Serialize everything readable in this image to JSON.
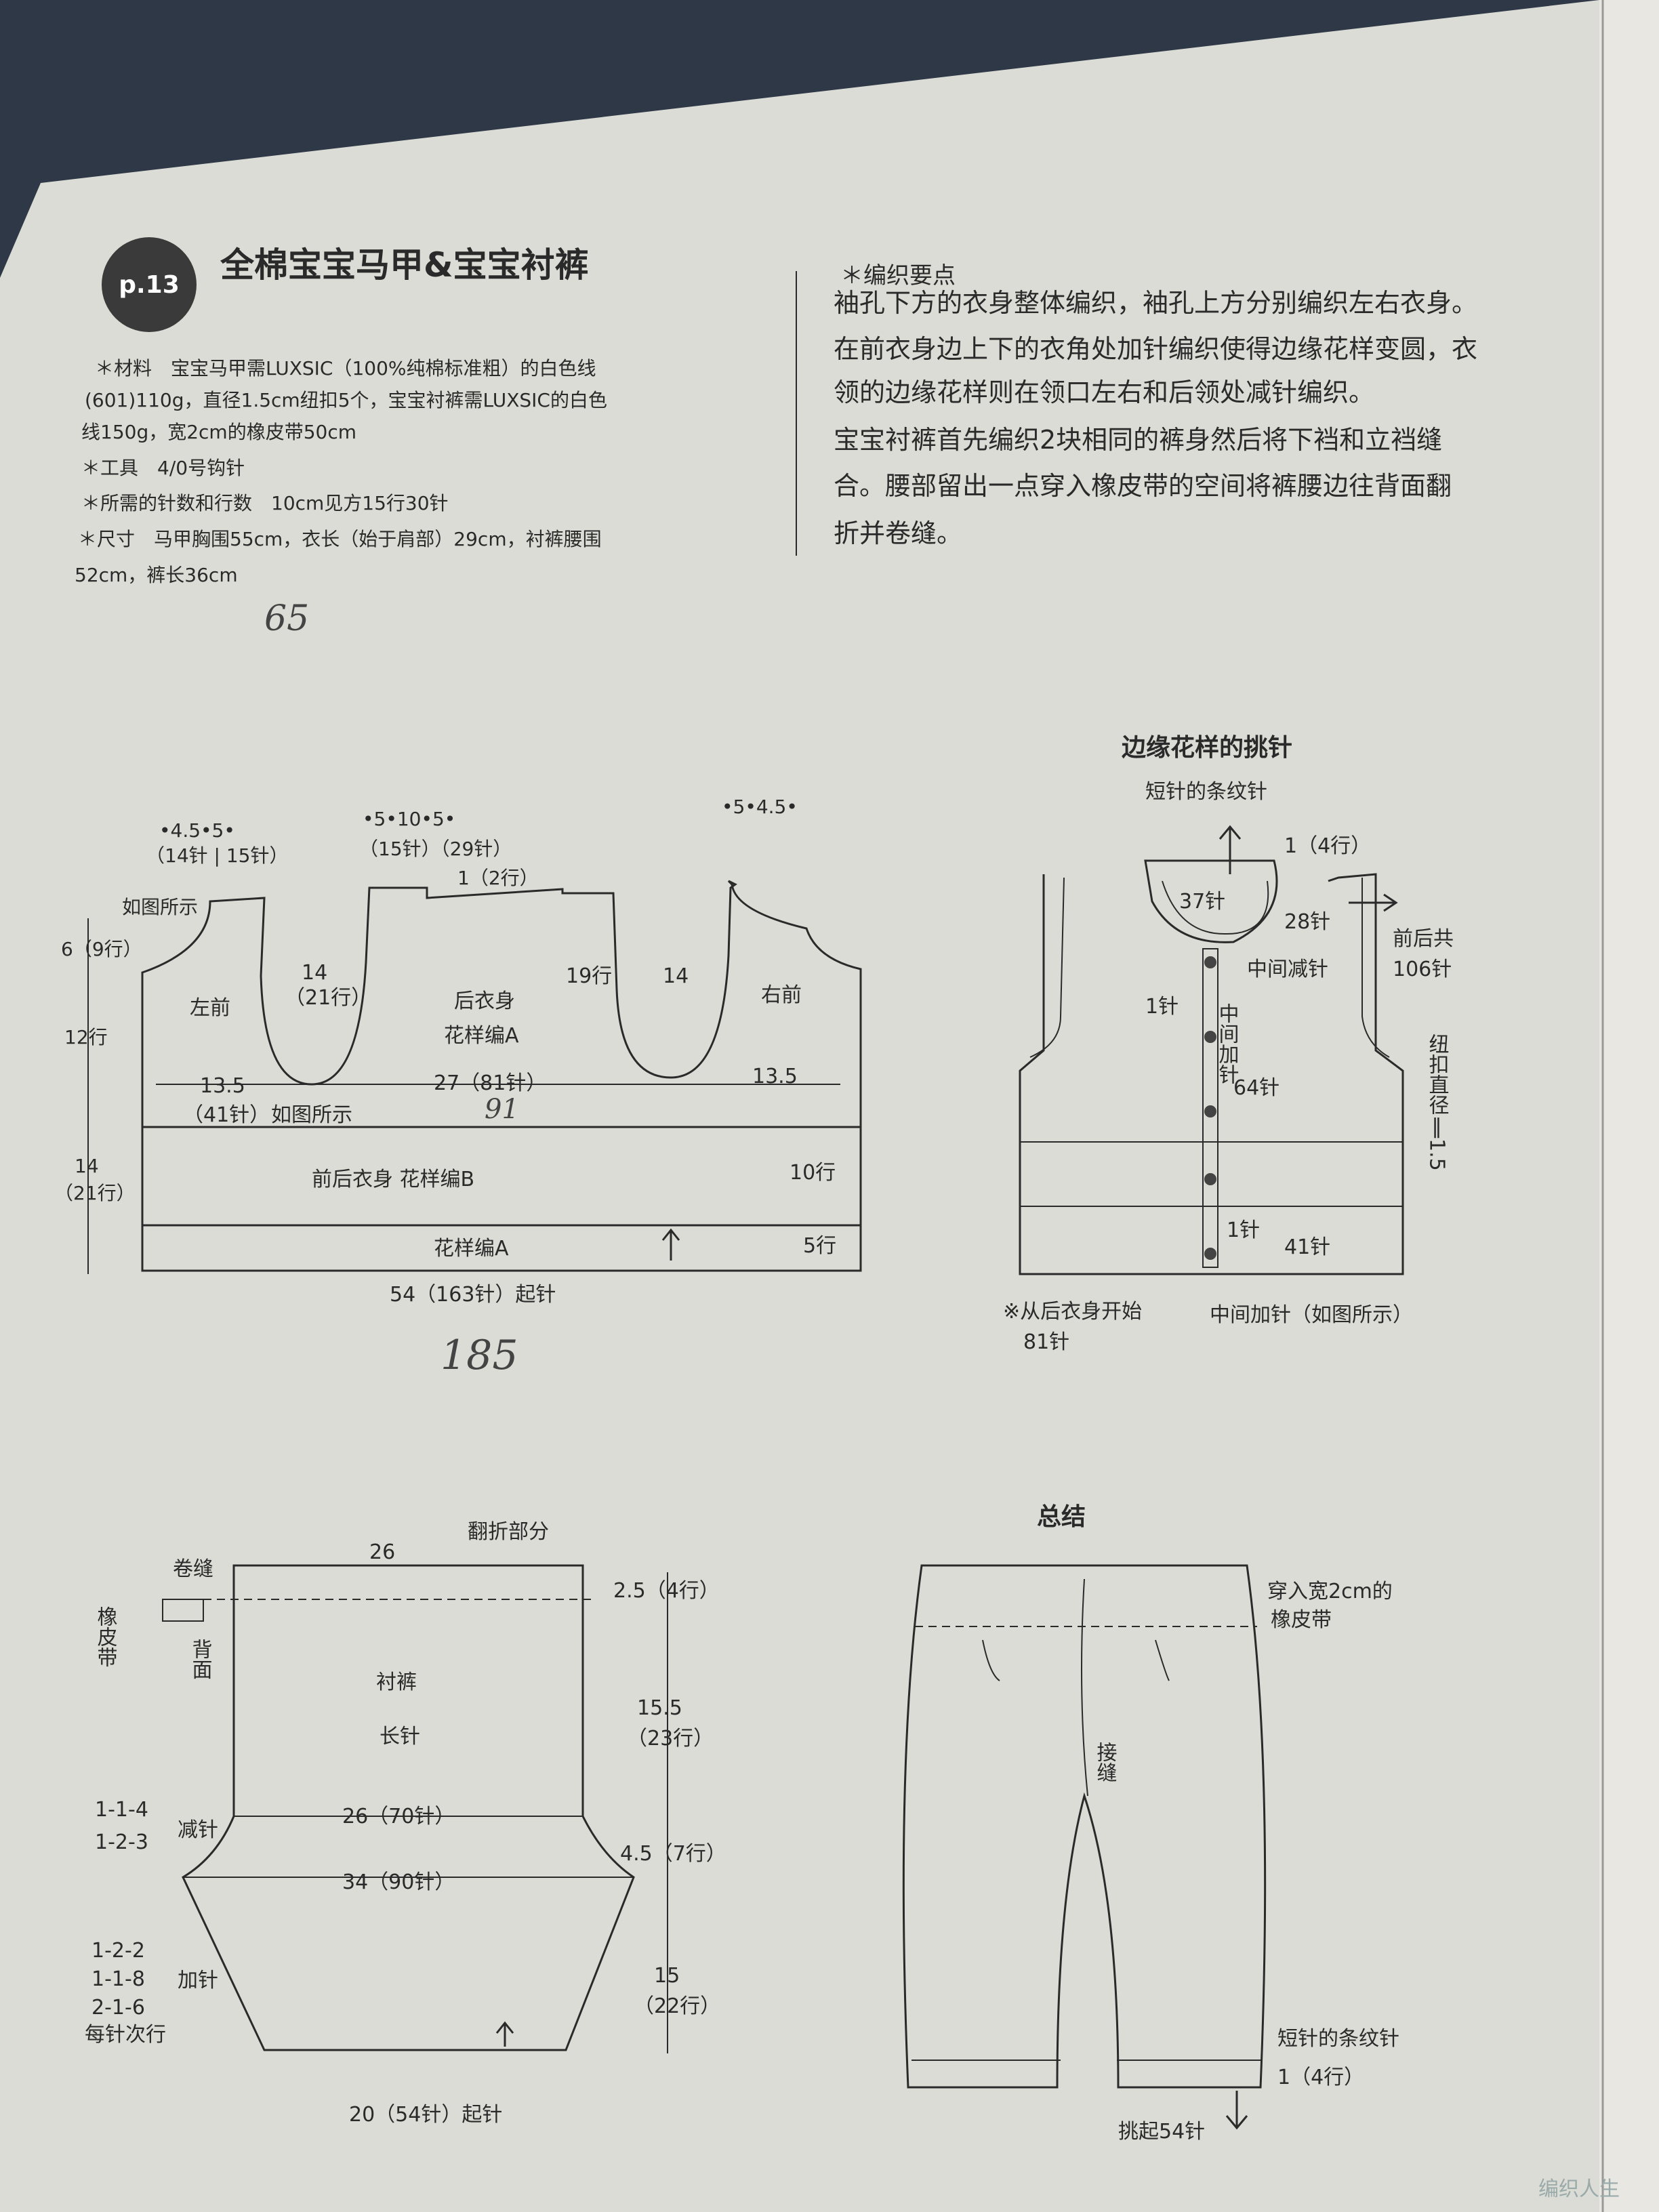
{
  "header": {
    "page_badge": "p.13",
    "title": "全棉宝宝马甲&宝宝衬裤"
  },
  "materials": {
    "line1": "＊材料　宝宝马甲需LUXSIC（100%纯棉标准粗）的白色线",
    "line2": "(601)110g，直径1.5cm纽扣5个，宝宝衬裤需LUXSIC的白色",
    "line3": "线150g，宽2cm的橡皮带50cm",
    "line4": "＊工具　4/0号钩针",
    "line5": "＊所需的针数和行数　10cm见方15行30针",
    "line6": "＊尺寸　马甲胸围55cm，衣长（始于肩部）29cm，衬裤腰围",
    "line7": "52cm，裤长36cm",
    "handnote1": "65"
  },
  "instructions": {
    "heading": "＊编织要点",
    "line1": "袖孔下方的衣身整体编织，袖孔上方分别编织左右衣身。",
    "line2": "在前衣身边上下的衣角处加针编织使得边缘花样变圆，衣",
    "line3": "领的边缘花样则在领口左右和后领处减针编织。",
    "line4": "宝宝衬裤首先编织2块相同的裤身然后将下裆和立裆缝",
    "line5": "合。腰部留出一点穿入橡皮带的空间将裤腰边往背面翻",
    "line6": "折并卷缝。"
  },
  "vest_diagram": {
    "top_left_dims": "•4.5•5•",
    "top_left_sts": "（14针 | 15针）",
    "top_mid_dims": "•5•10•5•",
    "top_mid_sts": "（15针）（29针）",
    "top_right_dims": "•5•4.5•",
    "back_neck": "1（2行）",
    "as_shown_top": "如图所示",
    "left_height": "6（9行）",
    "mid_height": "12行",
    "lower_height": "14",
    "lower_height_rows": "（21行）",
    "left_front": "左前",
    "armhole_left": "14",
    "armhole_left_rows": "（21行）",
    "back_body": "后衣身",
    "pattern_a": "花样编A",
    "rows_19": "19行",
    "armhole_right": "14",
    "right_front": "右前",
    "width_left": "13.5",
    "width_left_sts": "（41针）",
    "as_shown_bottom": "如图所示",
    "width_back": "27（81针）",
    "handnote_91": "91",
    "width_right": "13.5",
    "band_b": "前后衣身 花样编B",
    "band_b_rows": "10行",
    "band_a": "花样编A",
    "band_a_rows": "5行",
    "cast_on": "54（163针）起针",
    "handnote_185": "185"
  },
  "edge_diagram": {
    "title": "边缘花样的挑针",
    "subtitle": "短针的条纹针",
    "rows_top": "1（4行）",
    "sts_37": "37针",
    "sts_28": "28针",
    "front_back_total": "前后共",
    "front_back_sts": "106针",
    "center_dec": "中间减针",
    "one_st_upper": "1针",
    "center_inc": "中间加针",
    "sts_64": "64针",
    "button_label": "纽扣直径‖1.5",
    "one_st_lower": "1针",
    "sts_41": "41针",
    "note_from_back": "※从后衣身开始",
    "note_81": "81针",
    "center_inc_shown": "中间加针（如图所示）"
  },
  "pants_diagram": {
    "width_top": "26",
    "fold_part": "翻折部分",
    "whipstitch": "卷缝",
    "elastic": "橡皮带",
    "back_side": "背面",
    "rows_waist": "2.5（4行）",
    "pants_label": "衬裤",
    "long_stitch": "长针",
    "height_mid": "15.5",
    "height_mid_rows": "（23行）",
    "width_26": "26（70针）",
    "dec1": "1-1-4",
    "dec2": "1-2-3",
    "dec_label": "减针",
    "height_45": "4.5（7行）",
    "width_34": "34（90针）",
    "inc1": "1-2-2",
    "inc2": "1-1-8",
    "inc3": "2-1-6",
    "inc_label": "加针",
    "per_row": "每针次行",
    "height_15": "15",
    "height_15_rows": "（22行）",
    "cast_on": "20（54针）起针"
  },
  "summary_diagram": {
    "title": "总结",
    "elastic_note1": "穿入宽2cm的",
    "elastic_note2": "橡皮带",
    "seam": "接缝",
    "stripe_note": "短针的条纹针",
    "rows_bottom": "1（4行）",
    "pick_up": "挑起54针"
  },
  "watermark": "编织人生"
}
